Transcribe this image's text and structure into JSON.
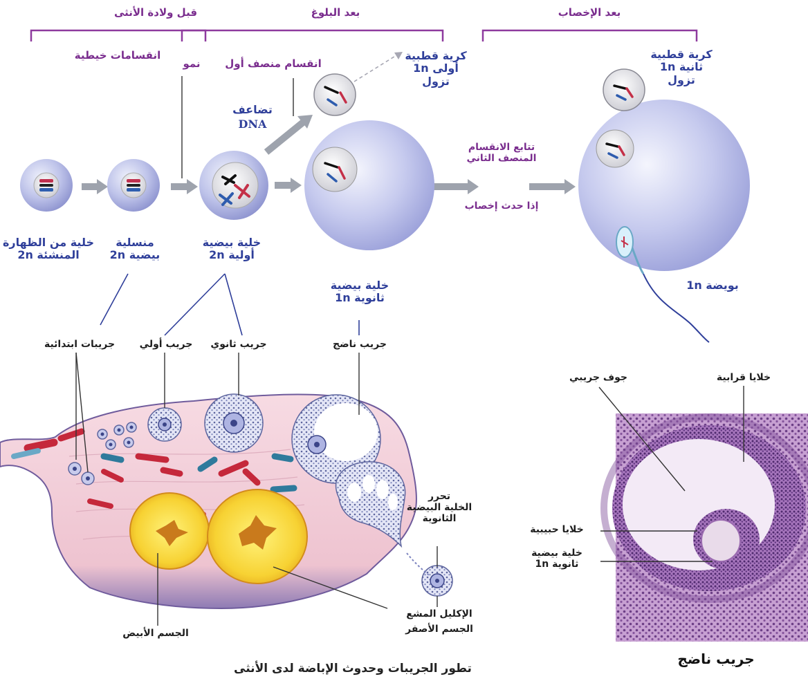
{
  "colors": {
    "stage_bracket": "#8e3a9e",
    "stage_text": "#7a2d8e",
    "cell_text": "#2f3f9a",
    "arrow": "#9ea3ad",
    "cell_fill": "#b8bde6",
    "ovary_fill": "#f2cdd8",
    "corpus_luteum": "#f6d23a",
    "histology": "#b68bc4"
  },
  "stages": {
    "before_birth": "قبل ولادة الأنثى",
    "after_puberty": "بعد البلوغ",
    "after_fertilization": "بعد الإخصاب"
  },
  "processes": {
    "mitosis": "انقسامات خيطية",
    "growth": "نمو",
    "meiosis_one": "انقسام منصف أول",
    "dna_dup_line1": "تضاعف",
    "dna_dup_line2": "DNA",
    "meiosis_two": "تتابع الانقسام\nالمنصف الثاني",
    "if_fertilized": "إذا حدث إخصاب"
  },
  "cells": {
    "germinal_epithelium": "خلية من الظهارة\nالمنشئة 2n",
    "oogonium": "منسلية\nبيضية 2n",
    "primary_oocyte": "خلية بيضية\nأولية 2n",
    "secondary_oocyte": "خلية بيضية\nثانوية 1n",
    "first_polar_body": "كرية قطبية\nأولى 1n\nتزول",
    "second_polar_body": "كرية قطبية\nثانية 1n\nتزول",
    "ovum": "بويضة 1n"
  },
  "ovary_labels": {
    "primordial_follicles": "جريبات ابتدائية",
    "primary_follicle": "جريب أولي",
    "secondary_follicle": "جريب ثانوي",
    "mature_follicle": "جريب ناضج",
    "release": "تحرر\nالخلية البيضية\nالثانوية",
    "corona_radiata": "الإكليل المشع",
    "corpus_luteum": "الجسم الأصفر",
    "corpus_albicans": "الجسم الأبيض"
  },
  "histology_labels": {
    "antrum": "جوف جريبي",
    "theca": "خلايا قرابية",
    "granulosa": "خلايا حبيبية",
    "oocyte": "خلية بيضية\nثانوية 1n",
    "title": "جريب ناضج"
  },
  "caption": "تطور الجريبات وحدوث الإباضة لدى الأنثى"
}
